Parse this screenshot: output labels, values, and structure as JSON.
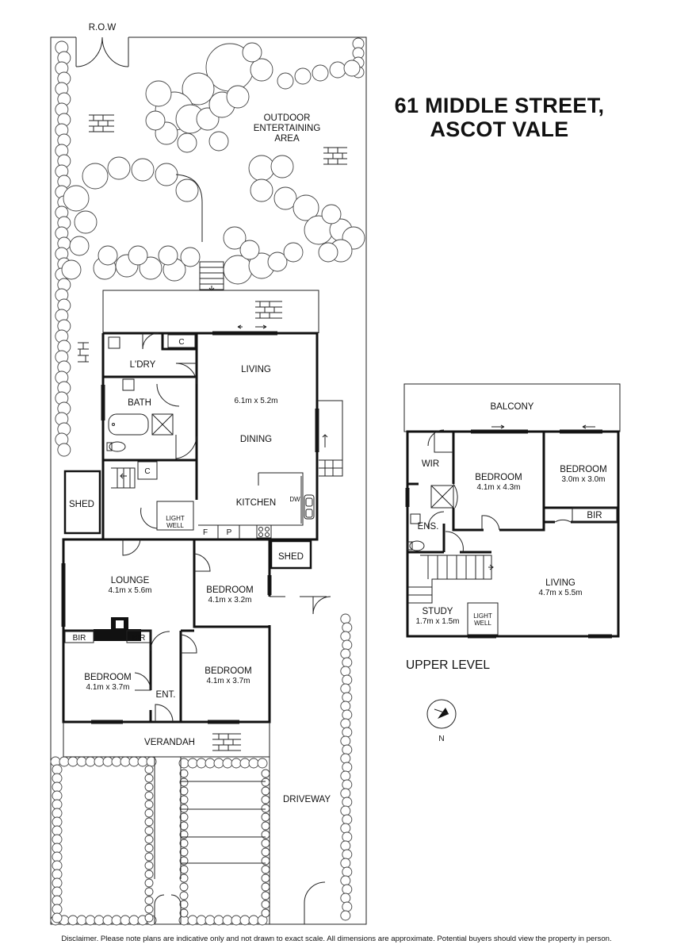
{
  "title_line1": "61 MIDDLE STREET,",
  "title_line2": "ASCOT VALE",
  "disclaimer": "Disclaimer. Please note plans are indicative only and not drawn to exact scale. All dimensions are approximate. Potential buyers should view the property in person.",
  "compass_label": "N",
  "ground": {
    "row": "R.O.W",
    "outdoor_1": "OUTDOOR",
    "outdoor_2": "ENTERTAINING",
    "outdoor_3": "AREA",
    "laundry": "L'DRY",
    "c1": "C",
    "c2": "C",
    "bath": "BATH",
    "living": "LIVING",
    "living_dim": "6.1m x 5.2m",
    "dining": "DINING",
    "kitchen": "KITCHEN",
    "dw": "DW",
    "shed1": "SHED",
    "light_well_1": "LIGHT",
    "light_well_2": "WELL",
    "f": "F",
    "p": "P",
    "shed2": "SHED",
    "lounge": "LOUNGE",
    "lounge_dim": "4.1m x 5.6m",
    "bed2": "BEDROOM",
    "bed2_dim": "4.1m x 3.2m",
    "bir1": "BIR",
    "bir2": "BIR",
    "bed3": "BEDROOM",
    "bed3_dim": "4.1m x 3.7m",
    "ent": "ENT.",
    "bed4": "BEDROOM",
    "bed4_dim": "4.1m x 3.7m",
    "verandah": "VERANDAH",
    "driveway": "DRIVEWAY"
  },
  "upper": {
    "caption": "UPPER LEVEL",
    "balcony": "BALCONY",
    "wir": "WIR",
    "bed1": "BEDROOM",
    "bed1_dim": "4.1m x 4.3m",
    "bed2": "BEDROOM",
    "bed2_dim": "3.0m x 3.0m",
    "bir": "BIR",
    "ens": "ENS.",
    "living": "LIVING",
    "living_dim": "4.7m x 5.5m",
    "study": "STUDY",
    "study_dim": "1.7m x 1.5m",
    "light_well_1": "LIGHT",
    "light_well_2": "WELL"
  }
}
